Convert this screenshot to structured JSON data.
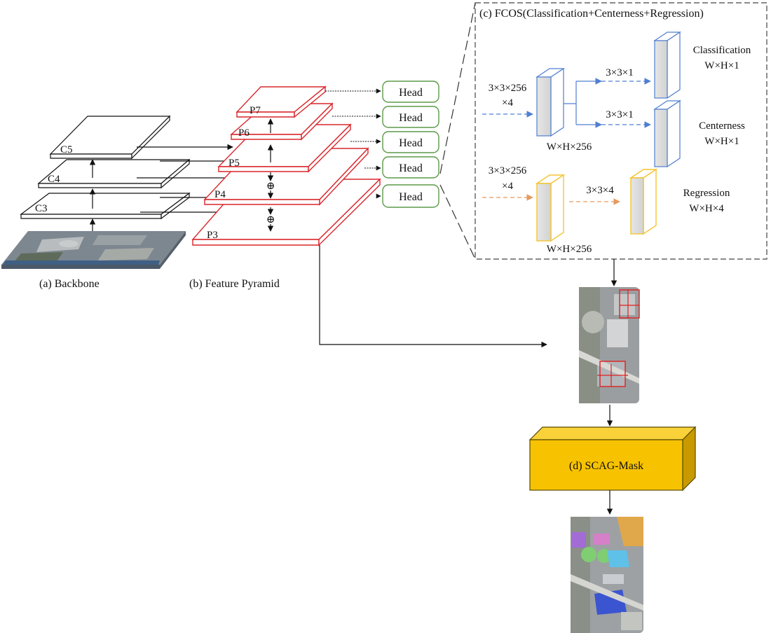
{
  "backbone": {
    "caption": "(a) Backbone",
    "layers": [
      "C3",
      "C4",
      "C5"
    ]
  },
  "pyramid": {
    "caption": "(b) Feature Pyramid",
    "levels": [
      "P3",
      "P4",
      "P5",
      "P6",
      "P7"
    ],
    "merge_symbol": "⊕"
  },
  "heads": {
    "label": "Head"
  },
  "fcos": {
    "title": "(c) FCOS(Classification+Centerness+Regression)",
    "input_top": [
      "3×3×256",
      "×4"
    ],
    "input_bottom": [
      "3×3×256",
      "×4"
    ],
    "feature_top": "W×H×256",
    "feature_bottom": "W×H×256",
    "conv_cls": "3×3×1",
    "conv_ctr": "3×3×1",
    "conv_reg": "3×3×4",
    "cls_name": "Classification",
    "cls_dim": "W×H×1",
    "ctr_name": "Centerness",
    "ctr_dim": "W×H×1",
    "reg_name": "Regression",
    "reg_dim": "W×H×4"
  },
  "mask": {
    "label": "(d)  SCAG-Mask"
  },
  "colors": {
    "pyramid_red": "#d9262c",
    "head_green": "#5b9a48",
    "cls_blue": "#4f7fd0",
    "reg_yellow": "#f4c431",
    "reg_arrow": "#e59a5e",
    "mask_block": "#f7c200"
  }
}
